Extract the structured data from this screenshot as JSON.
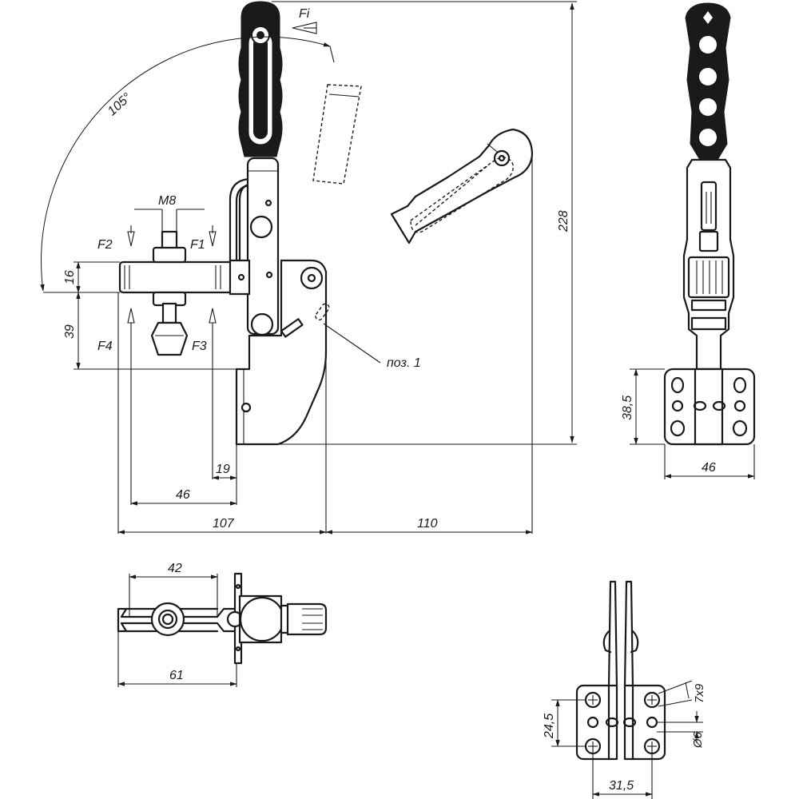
{
  "dimensions": {
    "angle": "105°",
    "thread": "M8",
    "d16": "16",
    "d39": "39",
    "d19": "19",
    "d46": "46",
    "d107": "107",
    "d110": "110",
    "d228": "228",
    "d38_5": "38,5",
    "d46_side": "46",
    "d42": "42",
    "d61": "61",
    "d24_5": "24,5",
    "d31_5": "31,5",
    "d7x9": "7x9",
    "d6": "Ø6"
  },
  "forces": {
    "fi": "Fi",
    "f1": "F1",
    "f2": "F2",
    "f3": "F3",
    "f4": "F4"
  },
  "callout": "поз. 1"
}
